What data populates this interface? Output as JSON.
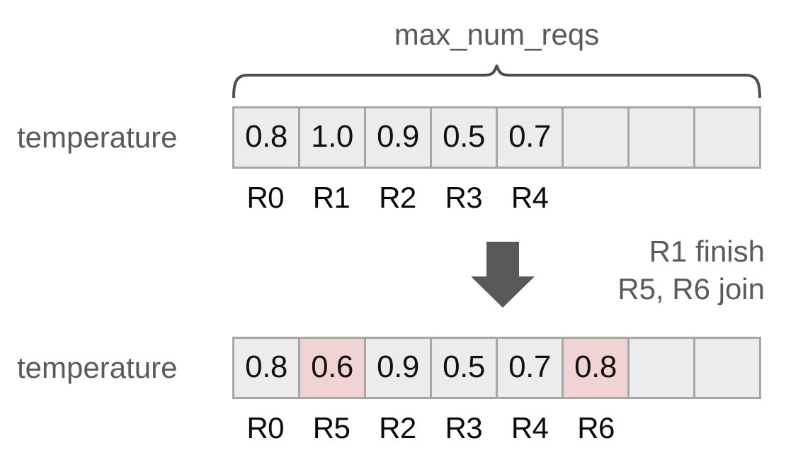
{
  "diagram": {
    "title": "max_num_reqs",
    "brace_label": "max_num_reqs",
    "row_label_top": "temperature",
    "row_label_bottom": "temperature",
    "colors": {
      "cell_fill": "#ececec",
      "cell_border": "#a6a6a6",
      "highlight_fill": "#f2d3d3",
      "label_gray": "#5a5a5a",
      "value_text": "#111111",
      "arrow_gray": "#595959",
      "background": "#ffffff"
    },
    "num_slots": 8,
    "transition_note": {
      "line1": "R1 finish",
      "line2": "R5, R6 join"
    },
    "arrow_icon": "down-arrow-icon",
    "brace_icon": "curly-brace-icon",
    "before": {
      "values": [
        "0.8",
        "1.0",
        "0.9",
        "0.5",
        "0.7",
        "",
        "",
        ""
      ],
      "request_ids": [
        "R0",
        "R1",
        "R2",
        "R3",
        "R4",
        "",
        "",
        ""
      ],
      "highlight": [
        false,
        false,
        false,
        false,
        false,
        false,
        false,
        false
      ]
    },
    "after": {
      "values": [
        "0.8",
        "0.6",
        "0.9",
        "0.5",
        "0.7",
        "0.8",
        "",
        ""
      ],
      "request_ids": [
        "R0",
        "R5",
        "R2",
        "R3",
        "R4",
        "R6",
        "",
        ""
      ],
      "highlight": [
        false,
        true,
        false,
        false,
        false,
        true,
        false,
        false
      ]
    }
  }
}
